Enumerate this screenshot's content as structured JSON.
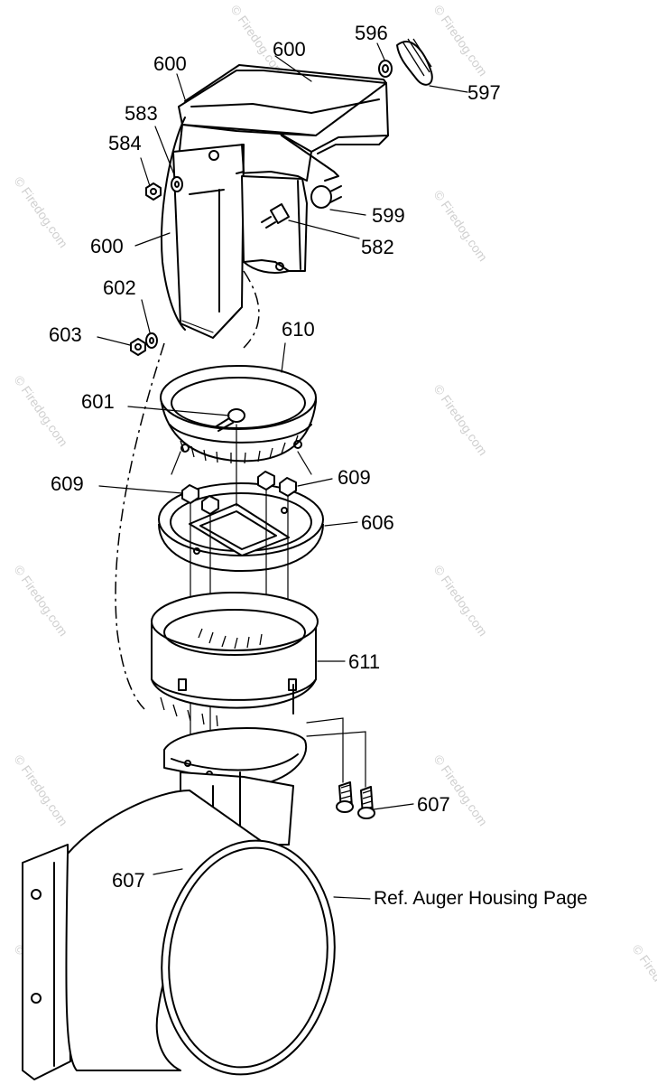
{
  "watermark": "© Firedog.com",
  "callouts": [
    {
      "id": "600-top",
      "text": "600"
    },
    {
      "id": "600-left",
      "text": "600"
    },
    {
      "id": "600-side",
      "text": "600"
    },
    {
      "id": "596",
      "text": "596"
    },
    {
      "id": "597",
      "text": "597"
    },
    {
      "id": "583",
      "text": "583"
    },
    {
      "id": "584",
      "text": "584"
    },
    {
      "id": "599",
      "text": "599"
    },
    {
      "id": "582",
      "text": "582"
    },
    {
      "id": "602",
      "text": "602"
    },
    {
      "id": "603",
      "text": "603"
    },
    {
      "id": "610",
      "text": "610"
    },
    {
      "id": "601",
      "text": "601"
    },
    {
      "id": "609-left",
      "text": "609"
    },
    {
      "id": "609-right",
      "text": "609"
    },
    {
      "id": "606",
      "text": "606"
    },
    {
      "id": "611",
      "text": "611"
    },
    {
      "id": "607-right",
      "text": "607"
    },
    {
      "id": "607-left",
      "text": "607"
    }
  ],
  "reference_note": "Ref. Auger Housing Page"
}
